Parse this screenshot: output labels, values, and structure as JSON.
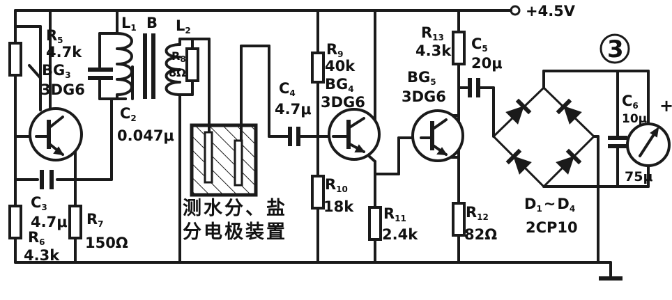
{
  "figure": {
    "number": "3",
    "supply": "+4.5V"
  },
  "labels": {
    "r5": {
      "name": "R",
      "sub": "5",
      "value": "4.7k"
    },
    "bg3": {
      "name": "BG",
      "sub": "3",
      "type": "3DG6"
    },
    "l1": {
      "name": "L",
      "sub": "1"
    },
    "b": "B",
    "l2": {
      "name": "L",
      "sub": "2"
    },
    "r8": {
      "name": "R",
      "sub": "8",
      "value": "8Ω"
    },
    "c1_c2": {
      "name": "C",
      "sub": "2",
      "value": "0.047μ"
    },
    "c3": {
      "name": "C",
      "sub": "3",
      "value": "4.7μ"
    },
    "r6": {
      "name": "R",
      "sub": "6",
      "value": "4.3k"
    },
    "r7": {
      "name": "R",
      "sub": "7",
      "value": "150Ω"
    },
    "sensor_line1": "测水分、盐",
    "sensor_line2": "分电极装置",
    "c4": {
      "name": "C",
      "sub": "4",
      "value": "4.7μ"
    },
    "r9": {
      "name": "R",
      "sub": "9",
      "value": "40k"
    },
    "bg4": {
      "name": "BG",
      "sub": "4",
      "type": "3DG6"
    },
    "r10": {
      "name": "R",
      "sub": "10",
      "value": "18k"
    },
    "r11": {
      "name": "R",
      "sub": "11",
      "value": "2.4k"
    },
    "r13": {
      "name": "R",
      "sub": "13",
      "value": "4.3k"
    },
    "c5": {
      "name": "C",
      "sub": "5",
      "value": "20μ"
    },
    "bg5": {
      "name": "BG",
      "sub": "5",
      "type": "3DG6"
    },
    "r12": {
      "name": "R",
      "sub": "12",
      "value": "82Ω"
    },
    "diodes": {
      "name1": "D",
      "sub1": "1",
      "tilde": "~",
      "name2": "D",
      "sub2": "4",
      "type": "2CP10"
    },
    "c6": {
      "name": "C",
      "sub": "6",
      "value": "10μ"
    },
    "meter": {
      "value": "75μ",
      "plus": "+"
    }
  }
}
